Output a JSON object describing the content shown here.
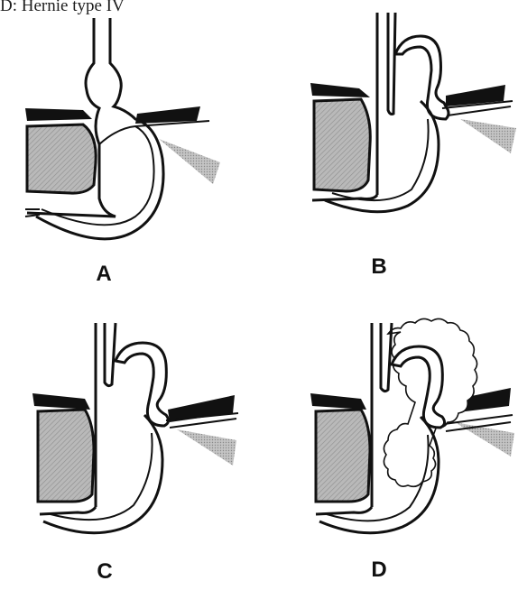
{
  "caption": "D: Hernie type IV",
  "panels": [
    {
      "label": "A"
    },
    {
      "label": "B"
    },
    {
      "label": "C"
    },
    {
      "label": "D"
    }
  ],
  "colors": {
    "line": "#111111",
    "liver_fill": "#a8a8a8",
    "triangle_fill": "#b5b5b5",
    "background": "#ffffff"
  }
}
